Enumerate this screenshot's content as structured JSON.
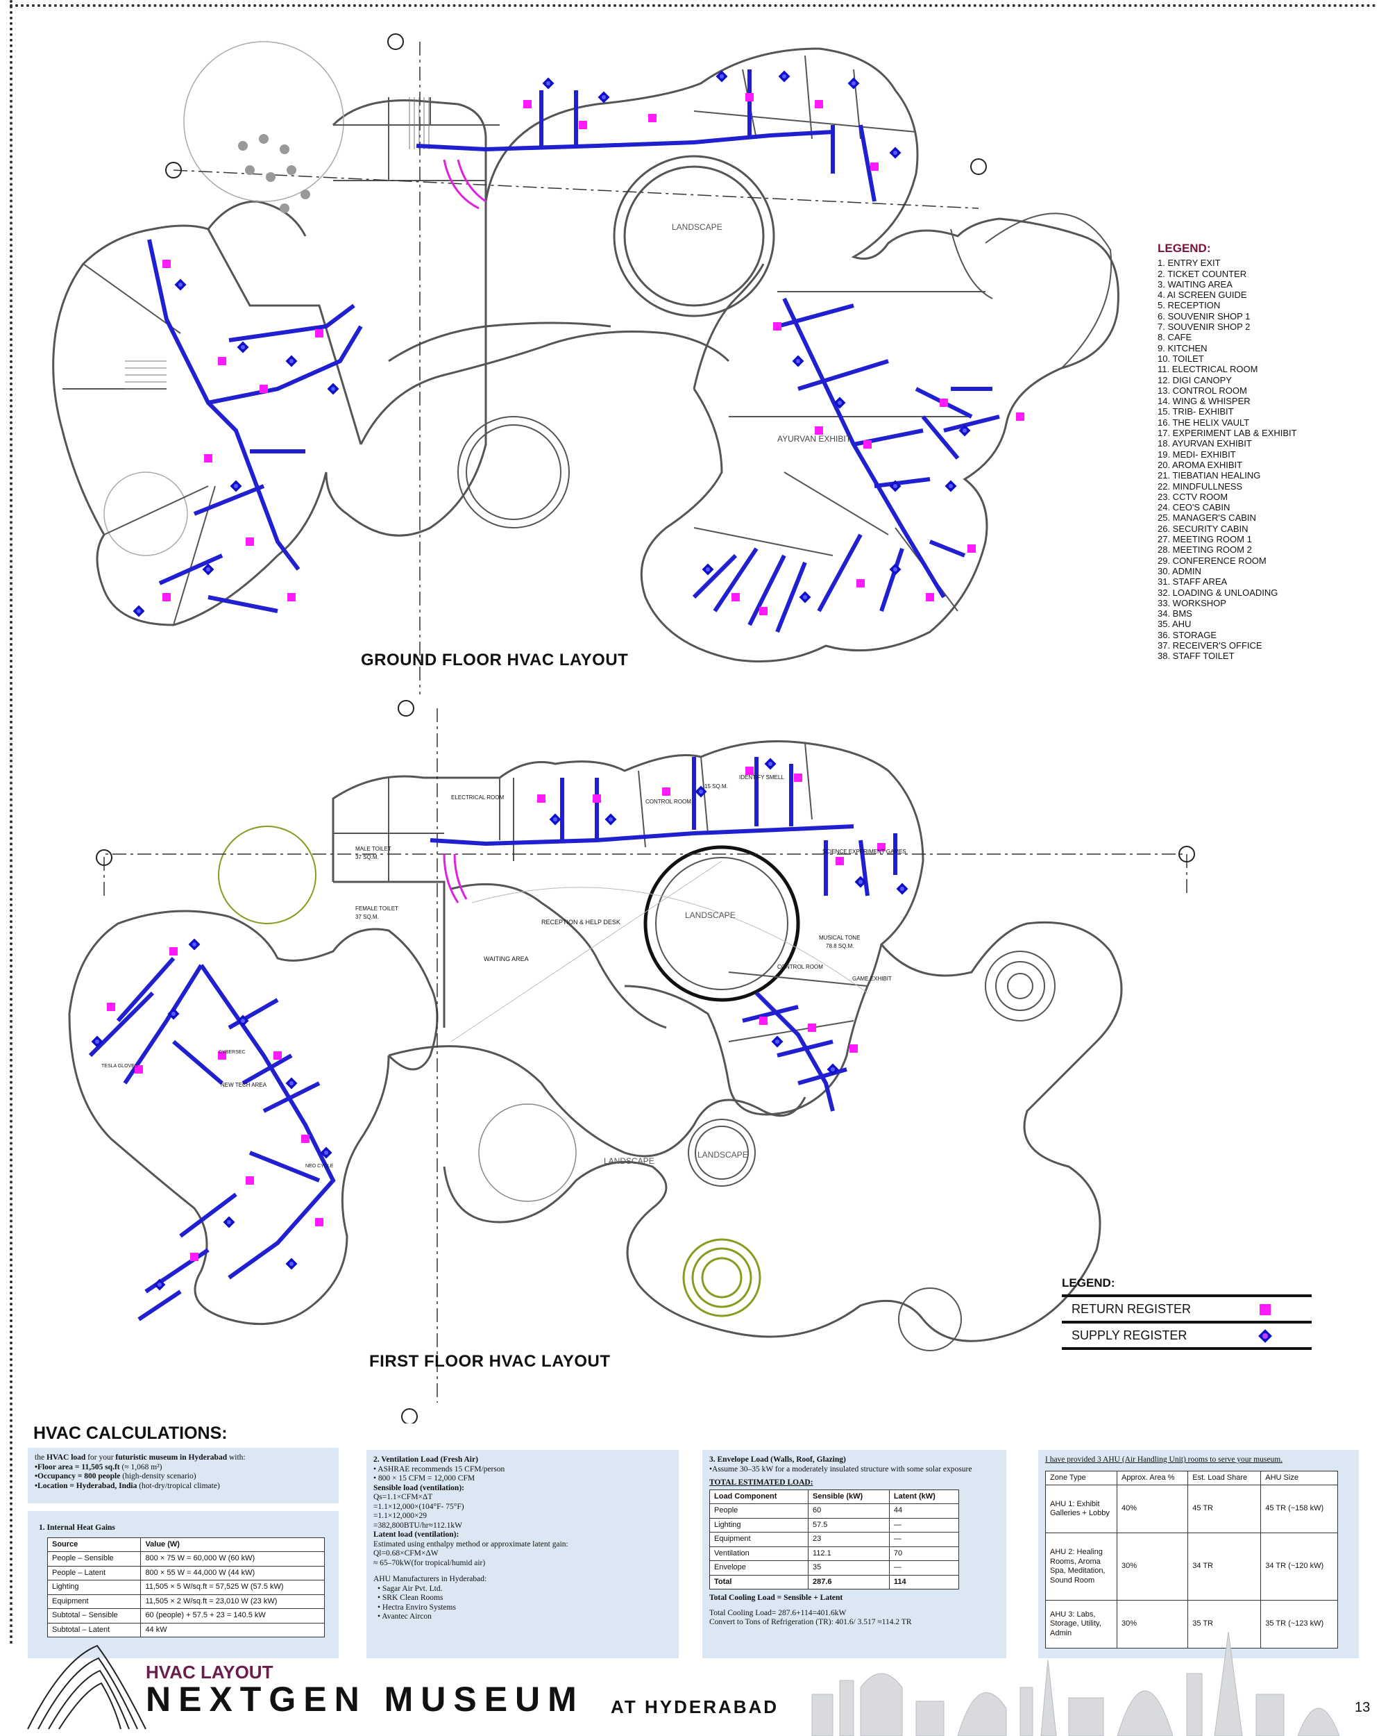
{
  "plans": {
    "ground_title": "GROUND FLOOR HVAC LAYOUT",
    "first_title": "FIRST  FLOOR HVAC LAYOUT",
    "landscape": "LANDSCAPE",
    "ground_labels": {
      "ayurvan": "AYURVAN EXHIBIT"
    },
    "first_labels": {
      "electrical": "ELECTRICAL ROOM",
      "control1": "CONTROL ROOM",
      "control1_area": "15 SQ.M.",
      "identify_smell": "IDENTIFY SMELL",
      "male_toilet": "MALE TOILET",
      "male_toilet_area": "37 SQ.M.",
      "female_toilet": "FEMALE TOILET",
      "female_toilet_area": "37 SQ.M.",
      "reception": "RECEPTION & HELP DESK",
      "waiting": "WAITING AREA",
      "science_exp": "SCIENCE EXPERIMENT GAMES",
      "musical_tone": "MUSICAL TONE",
      "musical_tone_area": "78.8 SQ.M.",
      "control2": "CONTROL ROOM",
      "game_exhibit": "GAME EXHIBIT",
      "new_tech": "NEW TECH AREA",
      "cybersecurity": "CYBERSEC",
      "tesla_gloves": "TESLA GLOVES",
      "neo_cycle": "NEO CYCLE"
    }
  },
  "legend": {
    "title": "LEGEND:",
    "items": [
      "1.  ENTRY EXIT",
      "2.  TICKET COUNTER",
      "3.  WAITING AREA",
      "4.  AI SCREEN GUIDE",
      "5.  RECEPTION",
      "6.  SOUVENIR SHOP 1",
      "7.  SOUVENIR SHOP 2",
      "8.  CAFE",
      "9.  KITCHEN",
      "10. TOILET",
      "11. ELECTRICAL ROOM",
      "12. DIGI CANOPY",
      "13. CONTROL ROOM",
      "14. WING & WHISPER",
      "15. TRIB- EXHIBIT",
      "16. THE HELIX VAULT",
      "17. EXPERIMENT LAB & EXHIBIT",
      "18. AYURVAN EXHIBIT",
      "19. MEDI- EXHIBIT",
      "20. AROMA EXHIBIT",
      "21. TIEBATIAN HEALING",
      "22. MINDFULLNESS",
      "23. CCTV ROOM",
      "24. CEO'S CABIN",
      "25. MANAGER'S CABIN",
      "26. SECURITY CABIN",
      "27. MEETING ROOM 1",
      "28. MEETING ROOM 2",
      "29. CONFERENCE ROOM",
      "30. ADMIN",
      "31. STAFF AREA",
      "32. LOADING & UNLOADING",
      "33. WORKSHOP",
      "34. BMS",
      "35. AHU",
      "36. STORAGE",
      "37. RECEIVER'S OFFICE",
      "38. STAFF TOILET"
    ]
  },
  "register_legend": {
    "title": "LEGEND:",
    "return": "RETURN REGISTER",
    "supply": "SUPPLY REGISTER",
    "return_color": "#ff1aff",
    "supply_color": "#1010c8"
  },
  "calc": {
    "title": "HVAC CALCULATIONS:",
    "intro": {
      "lead": "the ",
      "bold1": "HVAC load",
      "mid": " for your ",
      "bold2": "futuristic museum in Hyderabad",
      "tail": " with:",
      "floor_label": "•Floor area = ",
      "floor_value": "11,505 sq.ft",
      "floor_rest": " (≈ 1,068 m²)",
      "occ_label": "•Occupancy = ",
      "occ_value": "800 people",
      "occ_rest": " (high-density scenario)",
      "loc_label": "•Location = ",
      "loc_value": "Hyderabad, India",
      "loc_rest": " (hot-dry/tropical climate)"
    },
    "internal": {
      "heading": "1.   Internal Heat Gains",
      "col1": "Source",
      "col2": "Value (W)",
      "rows": [
        [
          "People – Sensible",
          "800 × 75 W = 60,000 W (60 kW)"
        ],
        [
          "People – Latent",
          "800 × 55 W = 44,000 W (44 kW)"
        ],
        [
          "Lighting",
          "11,505 × 5 W/sq.ft = 57,525 W (57.5 kW)"
        ],
        [
          "Equipment",
          "11,505 × 2 W/sq.ft = 23,010 W (23 kW)"
        ],
        [
          "Subtotal – Sensible",
          "60 (people) + 57.5 + 23 = 140.5 kW"
        ],
        [
          "Subtotal – Latent",
          "44 kW"
        ]
      ]
    },
    "ventilation": {
      "heading": "2. Ventilation Load (Fresh Air)",
      "lines": [
        "•   ASHRAE recommends 15 CFM/person",
        "•   800 × 15 CFM = 12,000 CFM",
        "Sensible load (ventilation):",
        "Qs=1.1×CFM×ΔT",
        "   =1.1×12,000×(104°F- 75°F)",
        "   =1.1×12,000×29",
        "   =382,800BTU/hr≈112.1kW",
        "Latent load (ventilation):",
        "Estimated using enthalpy method or approximate latent gain:",
        "Ql=0.68×CFM×ΔW",
        "   ≈  65–70kW(for tropical/humid air)"
      ],
      "mfr_heading": "AHU Manufacturers in Hyderabad:",
      "mfrs": [
        "Sagar Air Pvt. Ltd.",
        "SRK Clean Rooms",
        "Hectra Enviro Systems",
        "Avantec Aircon"
      ]
    },
    "envelope": {
      "heading": "3. Envelope Load (Walls, Roof, Glazing)",
      "note": "•Assume 30–35 kW for a moderately insulated structure with some solar exposure",
      "total_heading": "TOTAL ESTIMATED LOAD:",
      "cols": [
        "Load Component",
        "Sensible (kW)",
        "Latent (kW)"
      ],
      "rows": [
        [
          "People",
          "60",
          "44"
        ],
        [
          "Lighting",
          "57.5",
          "—"
        ],
        [
          "Equipment",
          "23",
          "—"
        ],
        [
          "Ventilation",
          "112.1",
          "70"
        ],
        [
          "Envelope",
          "35",
          "—"
        ],
        [
          "Total",
          "287.6",
          "114"
        ]
      ],
      "formula": "Total Cooling Load = Sensible + Latent",
      "result1": "Total Cooling Load= 287.6+114=401.6kW",
      "result2": "Convert to Tons of Refrigeration (TR): 401.6/ 3.517 ≈114.2 TR"
    },
    "ahu": {
      "heading": "I have provided 3 AHU (Air Handling Unit) rooms to serve your museum.",
      "cols": [
        "Zone Type",
        "Approx. Area %",
        "Est. Load Share",
        "AHU Size"
      ],
      "rows": [
        [
          "AHU 1: Exhibit Galleries + Lobby",
          "40%",
          "45 TR",
          "45 TR (~158 kW)"
        ],
        [
          "AHU 2: Healing Rooms, Aroma Spa, Meditation, Sound Room",
          "30%",
          "34 TR",
          "34 TR (~120 kW)"
        ],
        [
          "AHU 3: Labs, Storage, Utility, Admin",
          "30%",
          "35 TR",
          "35 TR (~123 kW)"
        ]
      ]
    }
  },
  "footer": {
    "subtitle": "HVAC LAYOUT",
    "title": "NEXTGEN MUSEUM",
    "location": "AT HYDERABAD",
    "page": "13"
  }
}
